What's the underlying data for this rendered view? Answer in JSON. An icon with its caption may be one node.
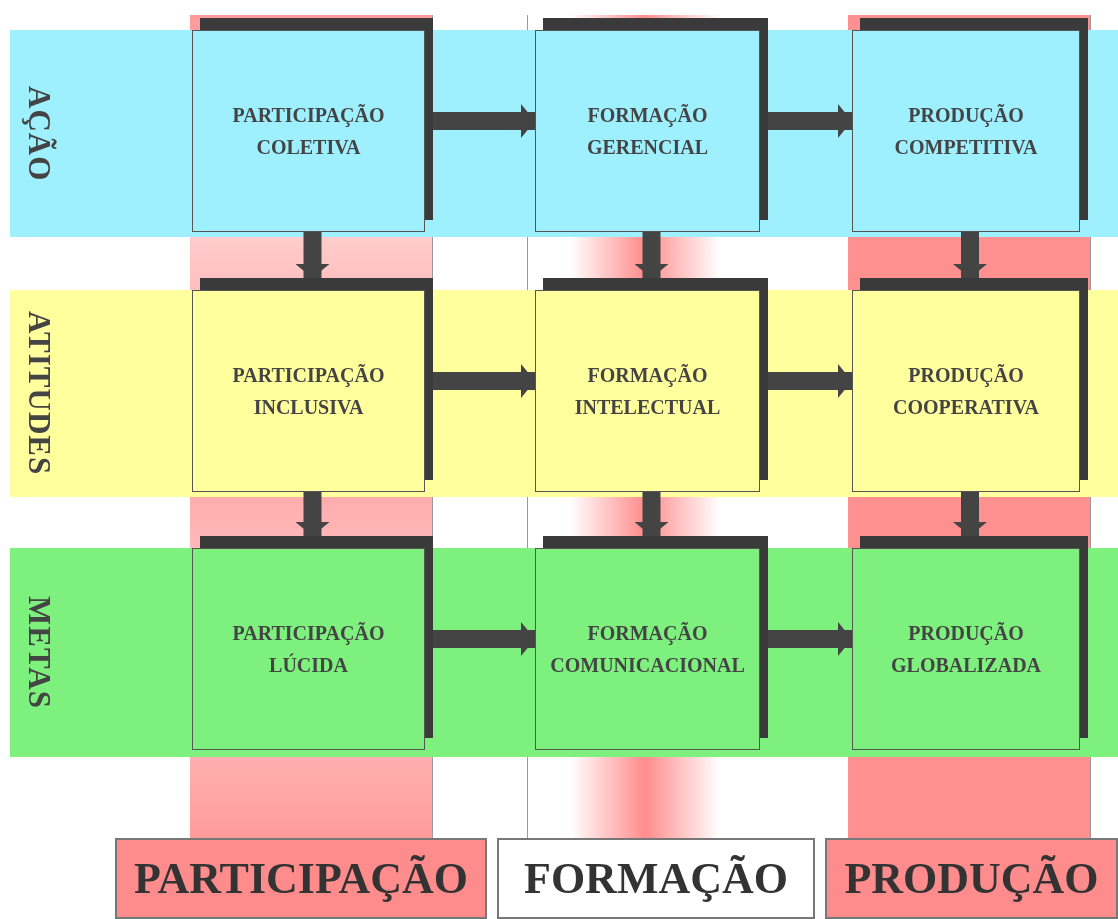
{
  "diagram": {
    "nodes": [
      {
        "text": [
          "AÇÃO"
        ]
      },
      {
        "text": [
          "PARTICIPAÇÃO COLETIVA"
        ],
        "in": 0
      },
      {
        "text": [
          "FORMAÇÃO GERENCIAL"
        ],
        "in": 0
      },
      {
        "text": [
          "PRODUÇÃO COMPETITIVA"
        ],
        "in": 0
      },
      {
        "text": [
          "ATITUDES"
        ]
      },
      {
        "text": [
          "PARTICIPAÇÃO INCLUSIVA"
        ],
        "in": 4
      },
      {
        "text": [
          "FORMAÇÃO INTELECTUAL"
        ],
        "in": 4
      },
      {
        "text": [
          "PRODUÇÃO COOPERATIVA"
        ],
        "in": 4
      },
      {
        "text": [
          "METAS"
        ]
      },
      {
        "text": [
          "PARTICIPAÇÃO LÚCIDA"
        ],
        "in": 8
      },
      {
        "text": [
          "FORMAÇÃO COMUNICACIONAL"
        ],
        "in": 8
      },
      {
        "text": [
          "PRODUÇÃO GLOBALIZADA"
        ],
        "in": 8
      },
      {
        "text": [
          "PARTICIPAÇÃO"
        ]
      },
      {
        "text": [
          "FORMAÇÃO"
        ]
      },
      {
        "text": [
          "PRODUÇÃO"
        ]
      }
    ],
    "edges": [
      {
        "from": 1,
        "to": 2,
        "arrow": "to"
      },
      {
        "from": 2,
        "to": 3,
        "arrow": "to"
      },
      {
        "from": 5,
        "to": 6,
        "arrow": "to"
      },
      {
        "from": 6,
        "to": 7,
        "arrow": "to"
      },
      {
        "from": 9,
        "to": 10,
        "arrow": "to"
      },
      {
        "from": 10,
        "to": 11,
        "arrow": "to"
      },
      {
        "from": 1,
        "to": 5,
        "arrow": "to"
      },
      {
        "from": 2,
        "to": 6,
        "arrow": "to"
      },
      {
        "from": 3,
        "to": 7,
        "arrow": "to"
      },
      {
        "from": 5,
        "to": 9,
        "arrow": "to"
      },
      {
        "from": 6,
        "to": 10,
        "arrow": "to"
      },
      {
        "from": 7,
        "to": 11,
        "arrow": "to"
      }
    ]
  }
}
